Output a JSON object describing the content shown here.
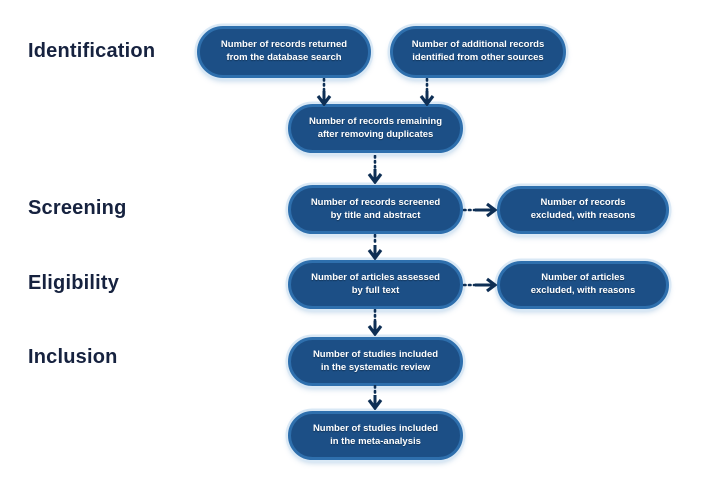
{
  "stages": [
    {
      "label": "Identification"
    },
    {
      "label": "Screening"
    },
    {
      "label": "Eligibility"
    },
    {
      "label": "Inclusion"
    }
  ],
  "boxes": {
    "database_search": {
      "line1": "Number of records returned",
      "line2": "from the database search"
    },
    "other_sources": {
      "line1": "Number of additional records",
      "line2": "identified from other sources"
    },
    "duplicates_removed": {
      "line1": "Number of records remaining",
      "line2": "after removing duplicates"
    },
    "screened": {
      "line1": "Number of records screened",
      "line2": "by title and abstract"
    },
    "records_excluded": {
      "line1": "Number of records",
      "line2": "excluded, with reasons"
    },
    "full_text": {
      "line1": "Number of articles assessed",
      "line2": "by full text"
    },
    "articles_excluded": {
      "line1": "Number of articles",
      "line2": "excluded, with reasons"
    },
    "systematic_review": {
      "line1": "Number of studies included",
      "line2": "in the systematic review"
    },
    "meta_analysis": {
      "line1": "Number of studies included",
      "line2": "in the meta-analysis"
    }
  },
  "colors": {
    "box_fill": "#1c4f86",
    "box_border": "#2e6fad",
    "box_halo": "#d9e8f5",
    "box_text": "#ffffff",
    "stage_label_text": "#16223f",
    "arrow": "#0e2f55",
    "background": "#ffffff"
  }
}
